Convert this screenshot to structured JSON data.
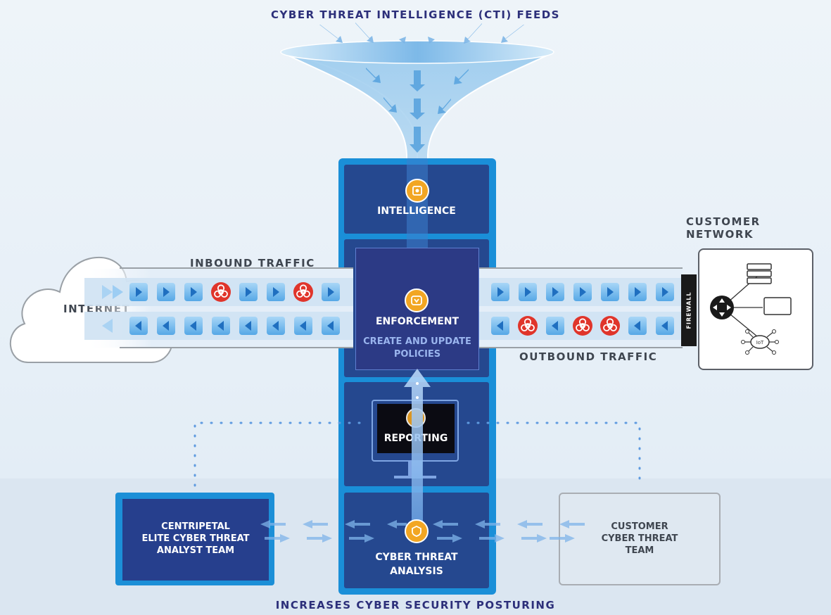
{
  "title": "CYBER THREAT INTELLIGENCE (CTI) FEEDS",
  "footer": "INCREASES CYBER SECURITY POSTURING",
  "labels": {
    "internet": "INTERNET",
    "inbound": "INBOUND TRAFFIC",
    "outbound": "OUTBOUND TRAFFIC",
    "customer_network": "CUSTOMER NETWORK",
    "firewall": "FIREWALL",
    "iot": "IoT"
  },
  "blocks": {
    "intelligence": "INTELLIGENCE",
    "enforcement": "ENFORCEMENT",
    "policies_line1": "CREATE AND UPDATE",
    "policies_line2": "POLICIES",
    "reporting": "REPORTING",
    "analysis_line1": "CYBER THREAT",
    "analysis_line2": "ANALYSIS"
  },
  "teams": {
    "left_line1": "CENTRIPETAL",
    "left_line2": "ELITE CYBER THREAT",
    "left_line3": "ANALYST TEAM",
    "right_line1": "CUSTOMER",
    "right_line2": "CYBER THREAT",
    "right_line3": "TEAM"
  },
  "colors": {
    "accent": "#f2a623",
    "threat": "#e0352b",
    "column": "#1a8fd8",
    "block": "#25488f",
    "title": "#2c2f7a"
  },
  "icons": [
    "biohazard-icon",
    "traffic-arrow-icon",
    "intelligence-icon",
    "enforcement-icon",
    "reporting-icon",
    "analysis-icon",
    "router-icon",
    "server-icon",
    "monitor-icon",
    "iot-icon"
  ]
}
